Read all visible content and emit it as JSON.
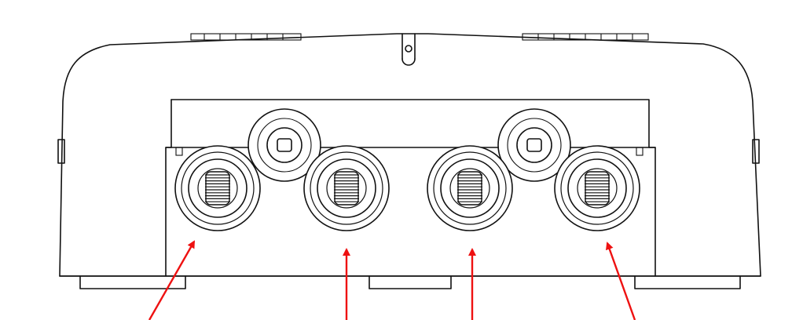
{
  "diagram": {
    "subject": "enclosure-bottom-view-with-cable-glands",
    "line_color": "#111111",
    "arrow_color": "#ee1111",
    "background": "#ffffff",
    "cable_gland_count": 4,
    "vent_screw_count": 2,
    "arrow_count": 4
  }
}
